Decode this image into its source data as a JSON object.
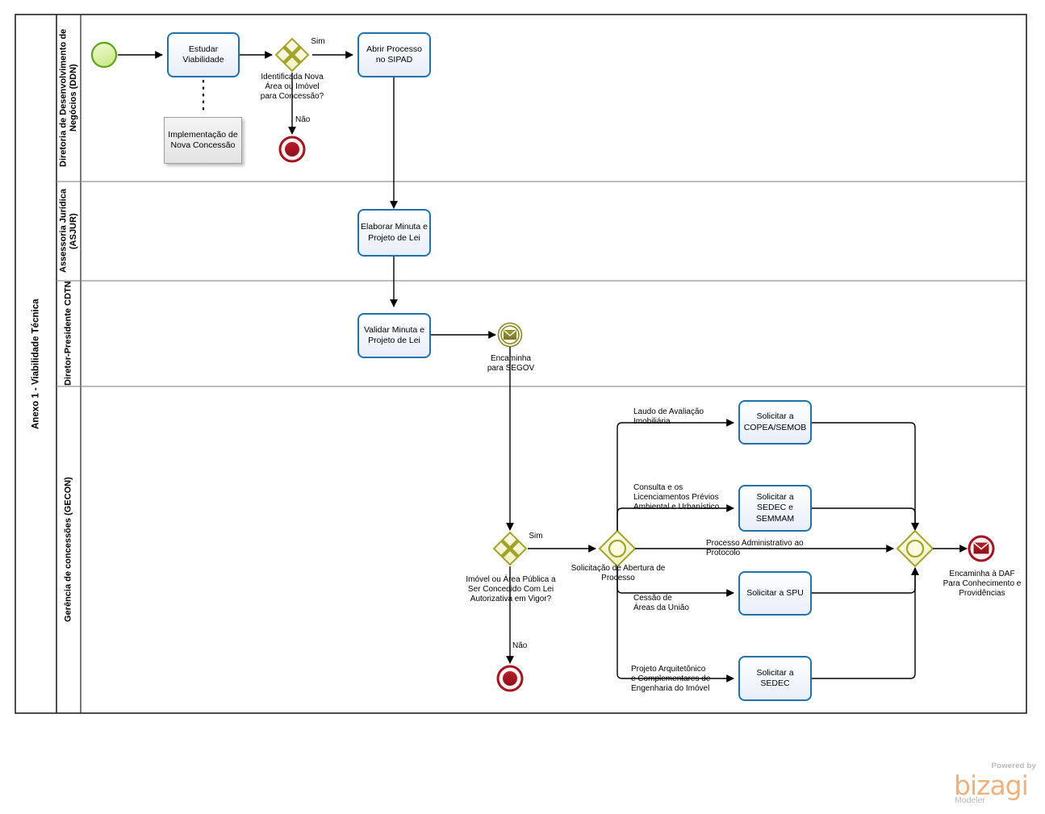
{
  "pool": {
    "title": "Anexo 1 - Viabilidade Técnica",
    "lanes": [
      {
        "id": "ddn",
        "title": "Diretoria de Desenvolvimento de Negócios (DDN)"
      },
      {
        "id": "asjur",
        "title": "Assessoria Jurídica (ASJUR)"
      },
      {
        "id": "dirpres",
        "title": "Diretor-Presidente CDTN"
      },
      {
        "id": "gecon",
        "title": "Gerência de concessões (GECON)"
      }
    ]
  },
  "tasks": [
    {
      "id": "estudar-viabilidade",
      "label": "Estudar\nViabilidade"
    },
    {
      "id": "abrir-processo-sipad",
      "label": "Abrir Processo\nno SIPAD"
    },
    {
      "id": "elaborar-minuta",
      "label": "Elaborar\nMinuta e\nProjeto de Lei"
    },
    {
      "id": "validar-minuta",
      "label": "Validar Minuta\ne Projeto de Lei"
    },
    {
      "id": "solicitar-copea-semob",
      "label": "Solicitar a\nCOPEA/SEMOB"
    },
    {
      "id": "solicitar-sedec-semmam",
      "label": "Solicitar a\nSEDEC e\nSEMMAM"
    },
    {
      "id": "solicitar-spu",
      "label": "Solicitar a SPU"
    },
    {
      "id": "solicitar-sedec",
      "label": "Solicitar a\nSEDEC"
    }
  ],
  "subprocess": {
    "id": "implementacao-nova-concessao",
    "label": "Implementação\nde Nova\nConcessão"
  },
  "events": [
    {
      "id": "start-event",
      "type": "start",
      "label": ""
    },
    {
      "id": "end-event-nao-ddn",
      "type": "terminate",
      "label": ""
    },
    {
      "id": "message-encaminha-segov",
      "type": "intermediate-message",
      "label": "Encaminha\npara SEGOV"
    },
    {
      "id": "end-event-nao-gecon",
      "type": "terminate",
      "label": ""
    },
    {
      "id": "end-message-daf",
      "type": "end-message",
      "label": "Encaminha à DAF\nPara Conhecimento e\nProvidências"
    }
  ],
  "gateways": [
    {
      "id": "gw-identificada-area",
      "type": "exclusive",
      "label": "Identificada Nova\nÁrea ou Imóvel\npara Concessão?"
    },
    {
      "id": "gw-lei-autorizativa",
      "type": "exclusive",
      "label": "Imóvel ou Área Pública a\nSer Concedido Com Lei\nAutorizativa em Vigor?"
    },
    {
      "id": "gw-solicitacao-abertura",
      "type": "inclusive",
      "label": "Solicitação de Abertura de\nProcesso"
    },
    {
      "id": "gw-merge",
      "type": "inclusive",
      "label": ""
    }
  ],
  "flow_labels": [
    {
      "id": "flow-sim-1",
      "text": "Sim"
    },
    {
      "id": "flow-nao-1",
      "text": "Não"
    },
    {
      "id": "flow-sim-2",
      "text": "Sim"
    },
    {
      "id": "flow-nao-2",
      "text": "Não"
    },
    {
      "id": "flow-laudo-avaliacao",
      "text": "Laudo de Avaliação\nImobiliária"
    },
    {
      "id": "flow-consulta-licenciamentos",
      "text": "Consulta e os\nLicenciamentos Prévios\nAmbiental e Urbanístico"
    },
    {
      "id": "flow-processo-administrativo",
      "text": "Processo Administrativo ao\nProtocolo"
    },
    {
      "id": "flow-cessao-areas",
      "text": "Cessão de\nÁreas da União"
    },
    {
      "id": "flow-projeto-arquitetonico",
      "text": "Projeto Arquitetônico\ne Complementares de\nEngenharia do Imóvel"
    }
  ],
  "branding": {
    "powered_by": "Powered by",
    "product": "bizagi",
    "edition": "Modeler"
  },
  "colors": {
    "task_border": "#1f72ab",
    "gateway_fill": "#fcfbdc",
    "gateway_border": "#a3a32b",
    "start_border": "#5aa616",
    "end_red": "#a5131f",
    "message_gold": "#8c8a2e",
    "pool_border": "#222222",
    "lane_border": "#7a7a7a",
    "brand_orange": "#f2b07a"
  }
}
